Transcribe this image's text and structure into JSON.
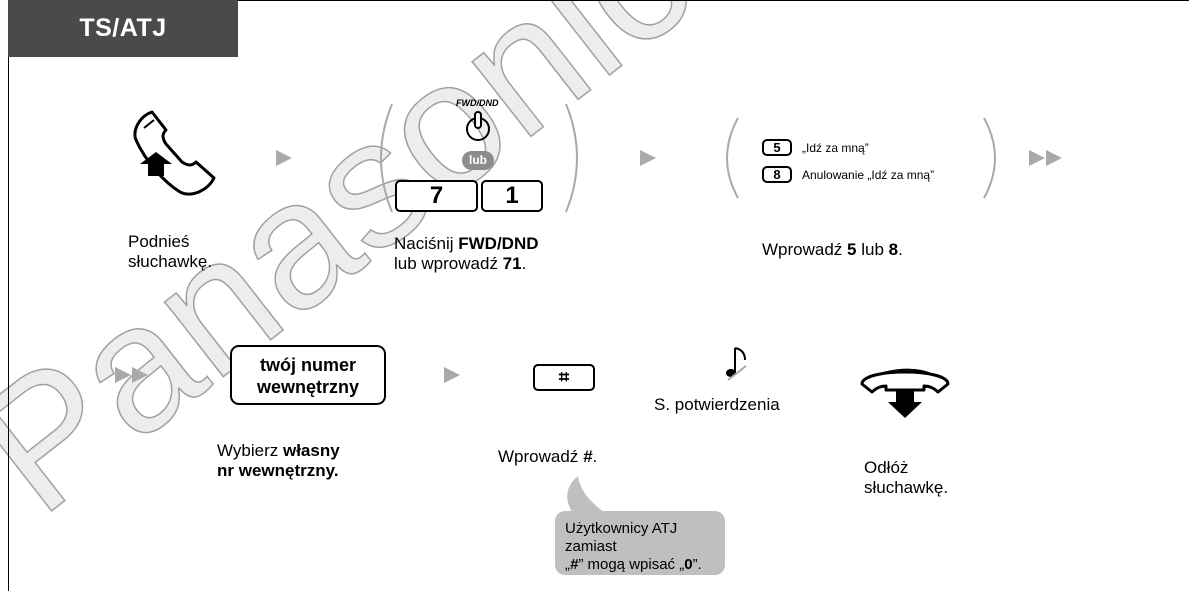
{
  "tab": {
    "label": "TS/ATJ"
  },
  "step1": {
    "caption_line1": "Podnieś",
    "caption_line2": "słuchawkę."
  },
  "step2": {
    "fwd_label": "FWD/DND",
    "or_label": "lub",
    "key_7": "7",
    "key_1": "1",
    "caption_line1_pre": "Naciśnij ",
    "caption_line1_bold": "FWD/DND",
    "caption_line2_pre": "lub wprowadź ",
    "caption_line2_bold": "71",
    "caption_line2_post": "."
  },
  "step3": {
    "options": [
      {
        "key": "5",
        "label": "„Idź za mną”"
      },
      {
        "key": "8",
        "label": "Anulowanie „Idź za mną”"
      }
    ],
    "caption_pre": "Wprowadź ",
    "caption_b1": "5",
    "caption_mid": " lub ",
    "caption_b2": "8",
    "caption_post": "."
  },
  "step4": {
    "box_line1": "twój numer",
    "box_line2": "wewnętrzny",
    "caption_line1_pre": "Wybierz ",
    "caption_line1_bold": "własny",
    "caption_line2_bold": "nr wewnętrzny."
  },
  "step5": {
    "key_symbol": "⌗",
    "caption_pre": "Wprowadź ",
    "caption_bold": "#",
    "caption_post": "."
  },
  "step6": {
    "tone_icon": "music-note-icon",
    "caption": "S. potwierdzenia"
  },
  "step7": {
    "caption_line1": "Odłóż",
    "caption_line2": "słuchawkę."
  },
  "note": {
    "line1": "Użytkownicy ATJ zamiast",
    "line2_pre": "„",
    "line2_b1": "#",
    "line2_mid": "” mogą wpisać „",
    "line2_b2": "0",
    "line2_post": "”."
  },
  "watermark": {
    "text": "Panasonic Manual"
  },
  "colors": {
    "tab_bg": "#4a4a4a",
    "arrow": "#a9a9a9",
    "note_bg": "#bfbfbf",
    "lub_badge": "#8c8c8c"
  }
}
